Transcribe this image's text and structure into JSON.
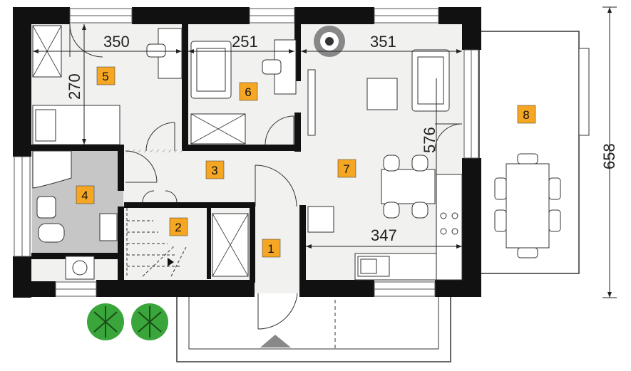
{
  "floor_plan": {
    "rooms": [
      {
        "id": "room-1",
        "number": "1"
      },
      {
        "id": "room-2",
        "number": "2"
      },
      {
        "id": "room-3",
        "number": "3"
      },
      {
        "id": "room-4",
        "number": "4"
      },
      {
        "id": "room-5",
        "number": "5"
      },
      {
        "id": "room-6",
        "number": "6"
      },
      {
        "id": "room-7",
        "number": "7"
      },
      {
        "id": "room-8",
        "number": "8"
      }
    ],
    "dimensions": {
      "d350": "350",
      "d251": "251",
      "d351": "351",
      "d270": "270",
      "d576": "576",
      "d347": "347",
      "d658": "658"
    },
    "colors": {
      "wall": "#111111",
      "floor": "#f0f0ee",
      "bathroom": "#c4c4c4",
      "label": "#f5a623",
      "plant": "#3aa53a"
    }
  }
}
